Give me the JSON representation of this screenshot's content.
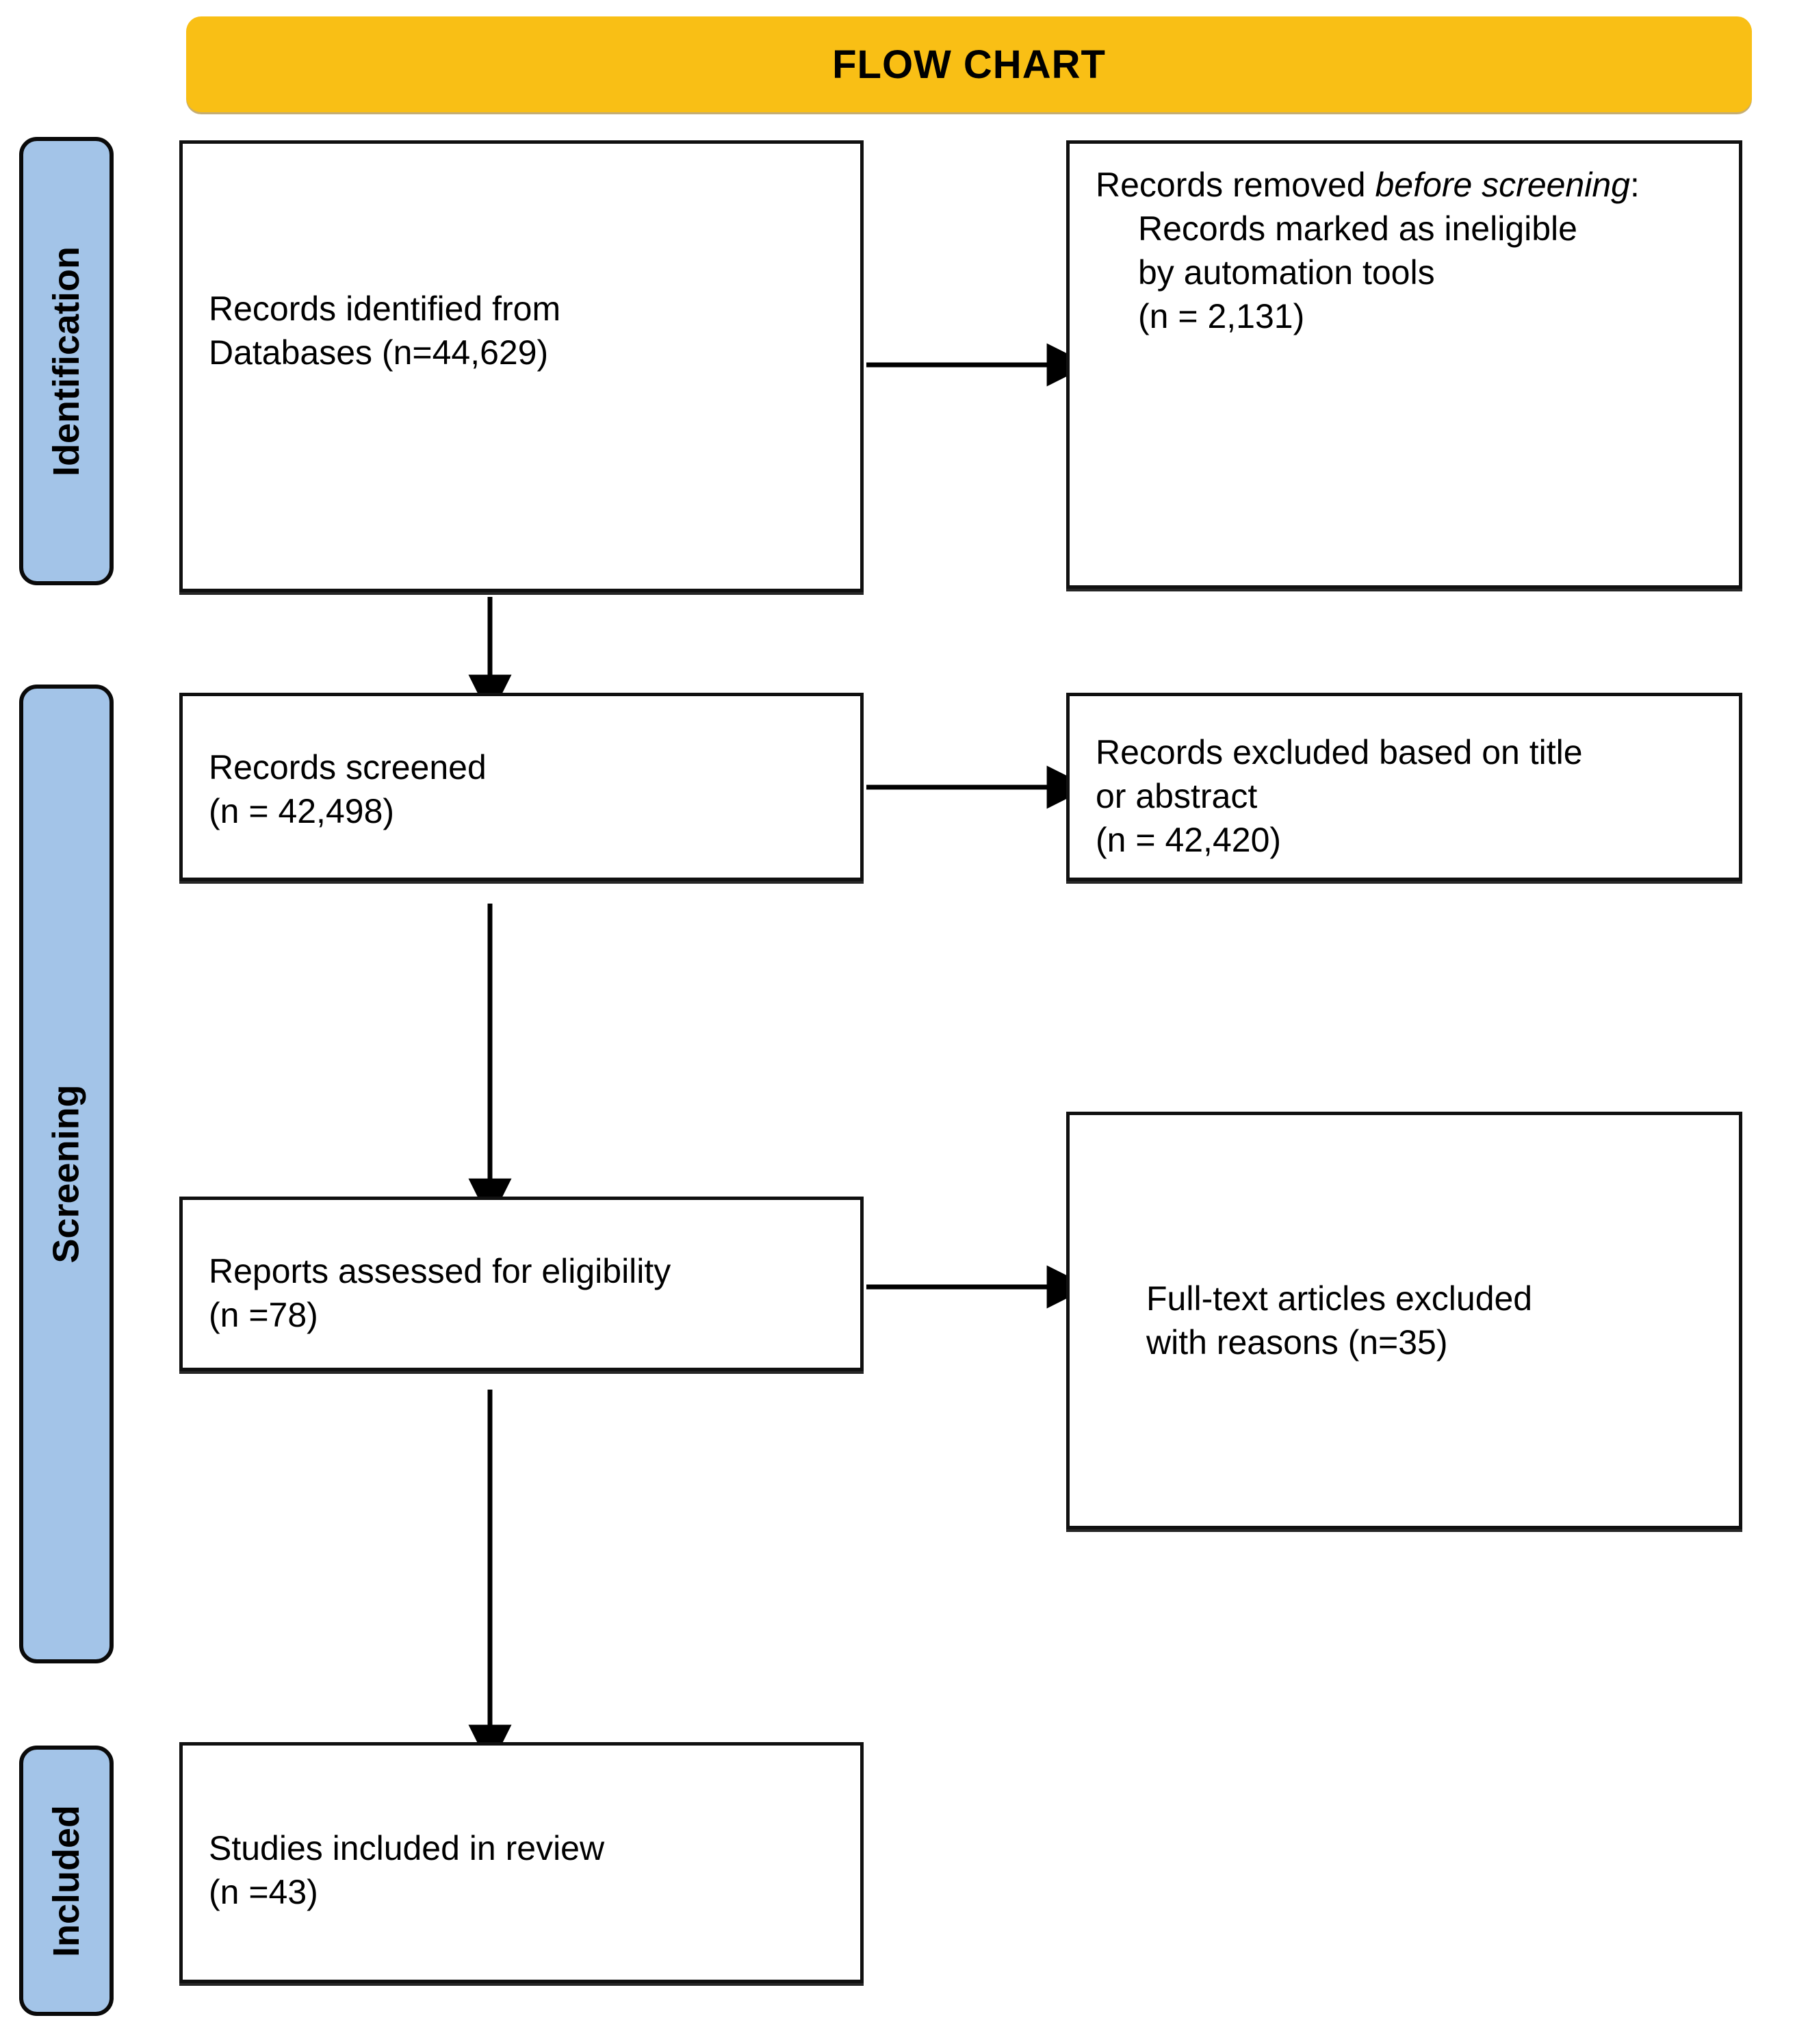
{
  "title": {
    "text": "FLOW CHART",
    "background_color": "#F9BF15"
  },
  "colors": {
    "stage_bar_fill": "#A3C4E8",
    "stage_bar_border": "#0a0a0a",
    "box_border": "#101010",
    "page_background": "#ffffff",
    "connector": "#000000"
  },
  "stages": [
    {
      "id": "identification",
      "label": "Identification"
    },
    {
      "id": "screening",
      "label": "Screening"
    },
    {
      "id": "included",
      "label": "Included"
    }
  ],
  "boxes": {
    "identified": {
      "line1": "Records identified from",
      "line2": "Databases (n=44,629)"
    },
    "removed": {
      "lead_plain": "Records removed ",
      "lead_italic": "before screening",
      "lead_colon": ":",
      "line2": "Records marked as ineligible",
      "line3": "by automation tools",
      "line4": "(n = 2,131)"
    },
    "screened": {
      "line1": "Records screened",
      "line2": "(n = 42,498)"
    },
    "excluded": {
      "line1": "Records excluded based on title",
      "line2": "or abstract",
      "line3": "(n = 42,420)"
    },
    "eligibility": {
      "line1": "Reports assessed for eligibility",
      "line2": "(n =78)"
    },
    "fulltext": {
      "line1": "Full-text articles excluded",
      "line2": "with reasons (n=35)"
    },
    "included": {
      "line1": "Studies included in review",
      "line2": "(n =43)"
    }
  },
  "chart_data": {
    "type": "diagram",
    "title": "FLOW CHART",
    "diagram_kind": "PRISMA systematic review flow diagram",
    "stages": [
      "Identification",
      "Screening",
      "Included"
    ],
    "nodes": [
      {
        "id": "identified",
        "stage": "Identification",
        "label": "Records identified from Databases (n=44,629)",
        "n": 44629
      },
      {
        "id": "removed",
        "stage": "Identification",
        "label": "Records removed before screening: Records marked as ineligible by automation tools (n = 2,131)",
        "n": 2131
      },
      {
        "id": "screened",
        "stage": "Screening",
        "label": "Records screened (n = 42,498)",
        "n": 42498
      },
      {
        "id": "excluded",
        "stage": "Screening",
        "label": "Records excluded based on title or abstract (n = 42,420)",
        "n": 42420
      },
      {
        "id": "eligibility",
        "stage": "Screening",
        "label": "Reports assessed for eligibility (n =78)",
        "n": 78
      },
      {
        "id": "fulltext",
        "stage": "Screening",
        "label": "Full-text articles excluded with reasons (n=35)",
        "n": 35
      },
      {
        "id": "included",
        "stage": "Included",
        "label": "Studies included in review (n =43)",
        "n": 43
      }
    ],
    "edges": [
      {
        "from": "identified",
        "to": "removed",
        "direction": "right"
      },
      {
        "from": "identified",
        "to": "screened",
        "direction": "down"
      },
      {
        "from": "screened",
        "to": "excluded",
        "direction": "right"
      },
      {
        "from": "screened",
        "to": "eligibility",
        "direction": "down"
      },
      {
        "from": "eligibility",
        "to": "fulltext",
        "direction": "right"
      },
      {
        "from": "eligibility",
        "to": "included",
        "direction": "down"
      }
    ]
  }
}
